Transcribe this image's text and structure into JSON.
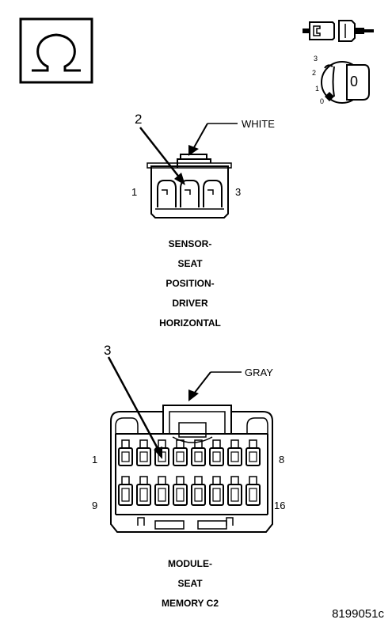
{
  "icons": {
    "meter": "ohm-meter-icon",
    "connector": "disconnect-connector-icon",
    "ignition": "ignition-key-off-icon"
  },
  "ignition_positions": [
    "3",
    "2",
    "1",
    "0"
  ],
  "ignition_key_label": "0",
  "sensor_connector": {
    "callout_number": "2",
    "wire_color": "WHITE",
    "pin_left": "1",
    "pin_right": "3",
    "title_lines": [
      "SENSOR-",
      "SEAT",
      "POSITION-",
      "DRIVER",
      "HORIZONTAL"
    ]
  },
  "module_connector": {
    "callout_number": "3",
    "wire_color": "GRAY",
    "pin_top_left": "1",
    "pin_top_right": "8",
    "pin_bottom_left": "9",
    "pin_bottom_right": "16",
    "title_lines": [
      "MODULE-",
      "SEAT",
      "MEMORY C2"
    ]
  },
  "figure_id": "8199051c"
}
